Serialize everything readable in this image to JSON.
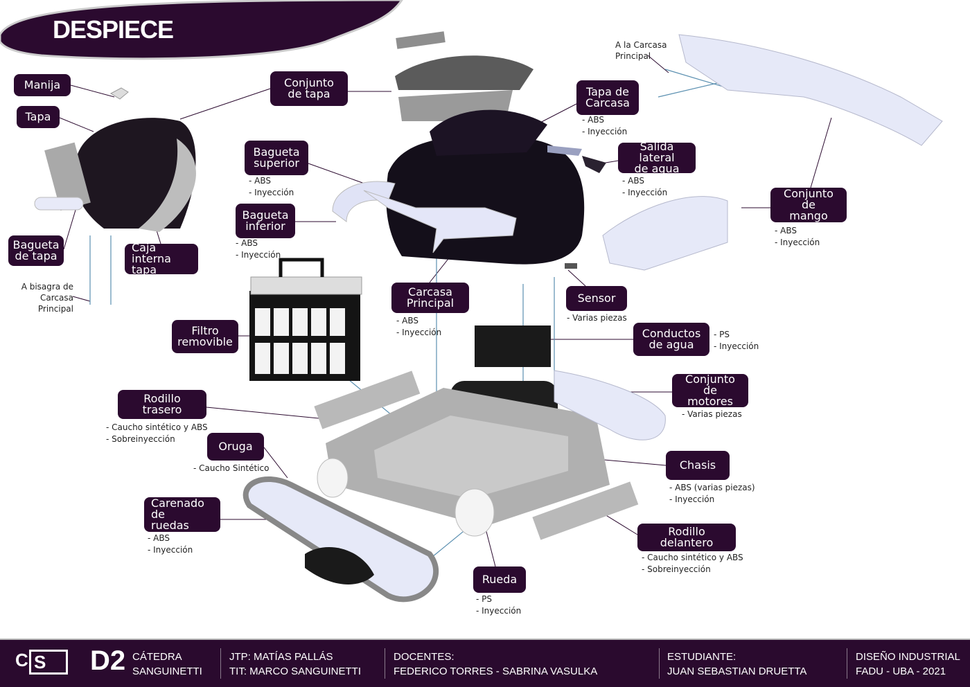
{
  "title": "DESPIECE",
  "notes": {
    "bisagra": "A bisagra de\nCarcasa Principal",
    "carcasa": "A la Carcasa\nPrincipal"
  },
  "parts": {
    "manija": {
      "label": "Manija"
    },
    "tapa": {
      "label": "Tapa"
    },
    "conjunto_tapa": {
      "label": "Conjunto\nde tapa"
    },
    "tapa_carcasa": {
      "label": "Tapa de\nCarcasa",
      "specs": "- ABS\n- Inyección"
    },
    "bagueta_superior": {
      "label": "Bagueta\nsuperior",
      "specs": "- ABS\n- Inyección"
    },
    "salida_lateral": {
      "label": "Salida lateral\nde agua",
      "specs": "- ABS\n- Inyección"
    },
    "conjunto_mango": {
      "label": "Conjunto de\nmango",
      "specs": "- ABS\n- Inyección"
    },
    "bagueta_inferior": {
      "label": "Bagueta\ninferior",
      "specs": "- ABS\n- Inyección"
    },
    "bagueta_tapa": {
      "label": "Bagueta\nde tapa"
    },
    "caja_interna": {
      "label": "Caja interna\ntapa"
    },
    "carcasa_principal": {
      "label": "Carcasa\nPrincipal",
      "specs": "- ABS\n- Inyección"
    },
    "sensor": {
      "label": "Sensor",
      "specs": "- Varias piezas"
    },
    "filtro": {
      "label": "Filtro\nremovible"
    },
    "conductos": {
      "label": "Conductos\nde agua",
      "specs": "- PS\n- Inyección"
    },
    "motores": {
      "label": "Conjunto\nde motores",
      "specs": "- Varias piezas"
    },
    "rodillo_trasero": {
      "label": "Rodillo trasero",
      "specs": "- Caucho sintético y ABS\n- Sobreinyección"
    },
    "oruga": {
      "label": "Oruga",
      "specs": "- Caucho Sintético"
    },
    "chasis": {
      "label": "Chasis",
      "specs": "- ABS (varias piezas)\n- Inyección"
    },
    "carenado": {
      "label": "Carenado de\nruedas",
      "specs": "- ABS\n- Inyección"
    },
    "rodillo_delantero": {
      "label": "Rodillo delantero",
      "specs": "- Caucho sintético y ABS\n- Sobreinyección"
    },
    "rueda": {
      "label": "Rueda",
      "specs": "- PS\n- Inyección"
    }
  },
  "footer": {
    "logo": "CS",
    "course_code": "D2",
    "catedra": "CÁTEDRA\nSANGUINETTI",
    "staff": "JTP: MATÍAS PALLÁS\nTIT: MARCO SANGUINETTI",
    "docentes_label": "DOCENTES:",
    "docentes": "FEDERICO TORRES - SABRINA VASULKA",
    "estudiante_label": "ESTUDIANTE:",
    "estudiante": "JUAN SEBASTIAN DRUETTA",
    "carrera": "DISEÑO INDUSTRIAL\nFADU - UBA - 2021"
  },
  "colors": {
    "brand": "#2b0a2f",
    "line": "#5a8fb0",
    "part_light": "#dcdff5",
    "part_grey": "#9a9a9a",
    "part_dark": "#141018"
  }
}
